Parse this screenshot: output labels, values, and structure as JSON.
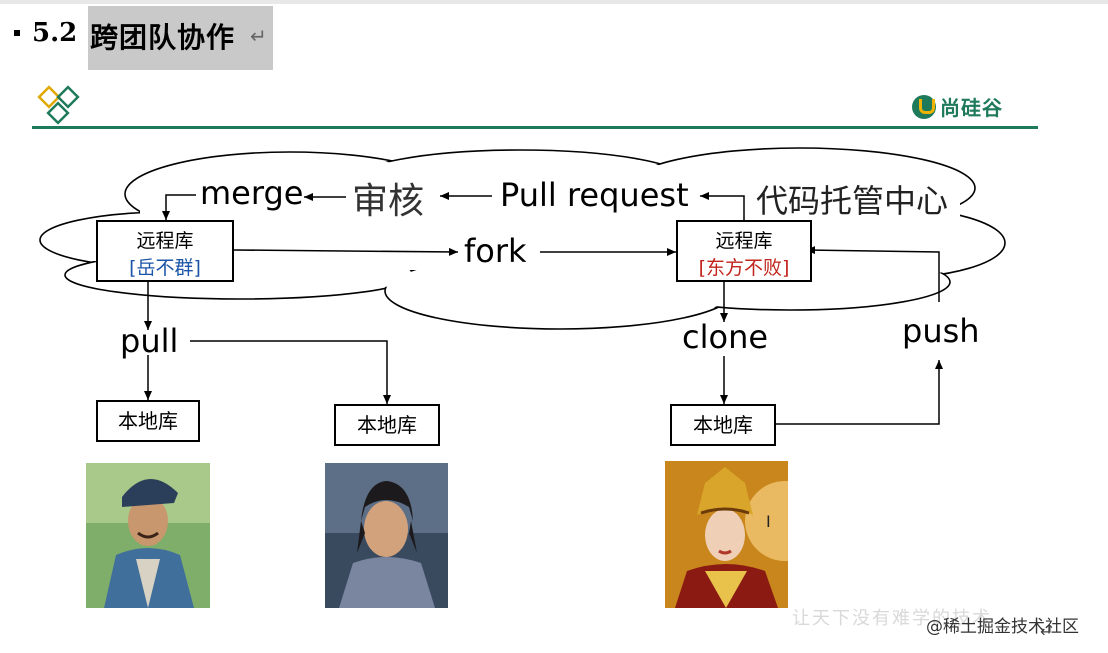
{
  "heading": {
    "number": "5.2",
    "title": "跨团队协作",
    "return_mark": "↵"
  },
  "brand": {
    "name": "尚硅谷"
  },
  "diagram": {
    "cloud_title": "代码托管中心",
    "merge": "merge",
    "review": "审核",
    "pull_request": "Pull request",
    "fork": "fork",
    "pull": "pull",
    "clone": "clone",
    "push": "push",
    "remote_left": {
      "line1": "远程库",
      "line2": "[岳不群]"
    },
    "remote_right": {
      "line1": "远程库",
      "line2": "[东方不败]"
    },
    "local_1": "本地库",
    "local_2": "本地库",
    "local_3": "本地库"
  },
  "colors": {
    "accent": "#1f7a5c",
    "left_owner": "#1a55a8",
    "right_owner": "#c0241b"
  },
  "footer": {
    "watermark": "让天下没有难学的技术",
    "credit": "@稀土掘金技术社区",
    "return_mark": "↵"
  }
}
